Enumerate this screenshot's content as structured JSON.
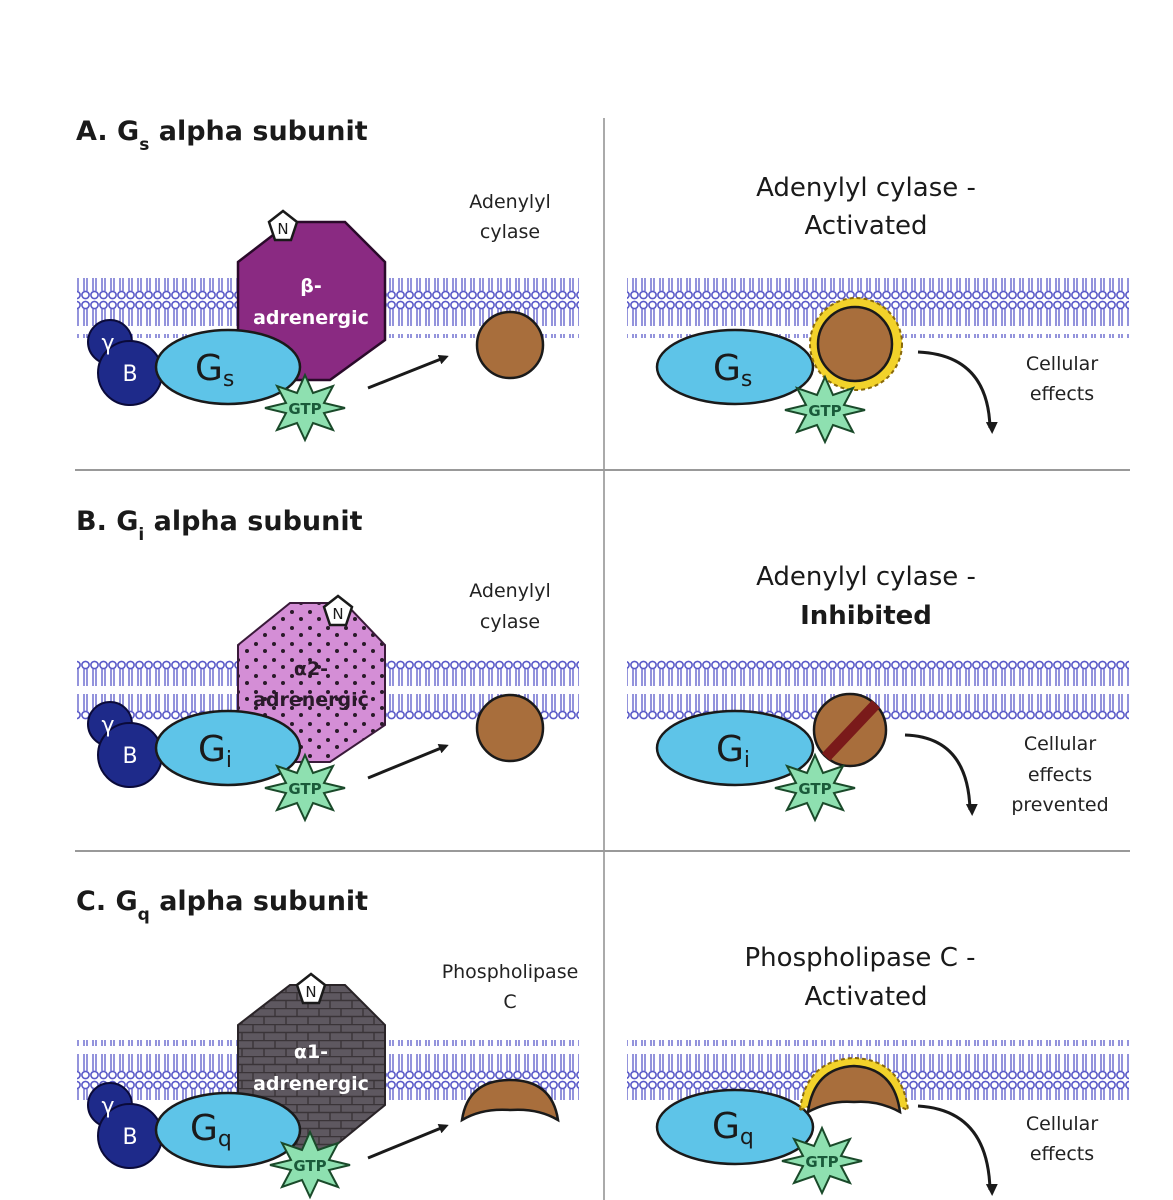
{
  "panels": [
    {
      "id": "a",
      "heading_prefix": "A. G",
      "heading_sub": "s",
      "heading_suffix": " alpha subunit",
      "receptor_label_1": "β-",
      "receptor_label_2": "adrenergic",
      "effector_label_1": "Adenylyl",
      "effector_label_2": "cylase",
      "g_symbol": "G",
      "g_sub": "s",
      "result_title_1": "Adenylyl cylase -",
      "result_title_2": "Activated",
      "outcome_1": "Cellular",
      "outcome_2": "effects",
      "outcome_3": ""
    },
    {
      "id": "b",
      "heading_prefix": "B. G",
      "heading_sub": "i",
      "heading_suffix": " alpha subunit",
      "receptor_label_1": "α2-",
      "receptor_label_2": "adrenergic",
      "effector_label_1": "Adenylyl",
      "effector_label_2": "cylase",
      "g_symbol": "G",
      "g_sub": "i",
      "result_title_1": "Adenylyl cylase -",
      "result_title_2": "Inhibited",
      "outcome_1": "Cellular",
      "outcome_2": "effects",
      "outcome_3": "prevented"
    },
    {
      "id": "c",
      "heading_prefix": "C. G",
      "heading_sub": "q",
      "heading_suffix": " alpha subunit",
      "receptor_label_1": "α1-",
      "receptor_label_2": "adrenergic",
      "effector_label_1": "Phospholipase",
      "effector_label_2": "C",
      "g_symbol": "G",
      "g_sub": "q",
      "result_title_1": "Phospholipase C -",
      "result_title_2": "Activated",
      "outcome_1": "Cellular",
      "outcome_2": "effects",
      "outcome_3": ""
    }
  ],
  "labels": {
    "n_terminus": "N",
    "gtp": "GTP",
    "gamma": "γ",
    "beta": "B"
  },
  "colors": {
    "membrane": "#5a5ac8",
    "g_alpha": "#5ec4e8",
    "beta_gamma": "#1e2a8a",
    "gtp": "#8ee0b0",
    "effector": "#a86e3c",
    "receptor_beta": "#8a2a82",
    "receptor_alpha2": "#d48ed6",
    "receptor_alpha1": "#5e5860",
    "activation_ring": "#f2d22a",
    "inhibition_bar": "#7a1a1a"
  }
}
